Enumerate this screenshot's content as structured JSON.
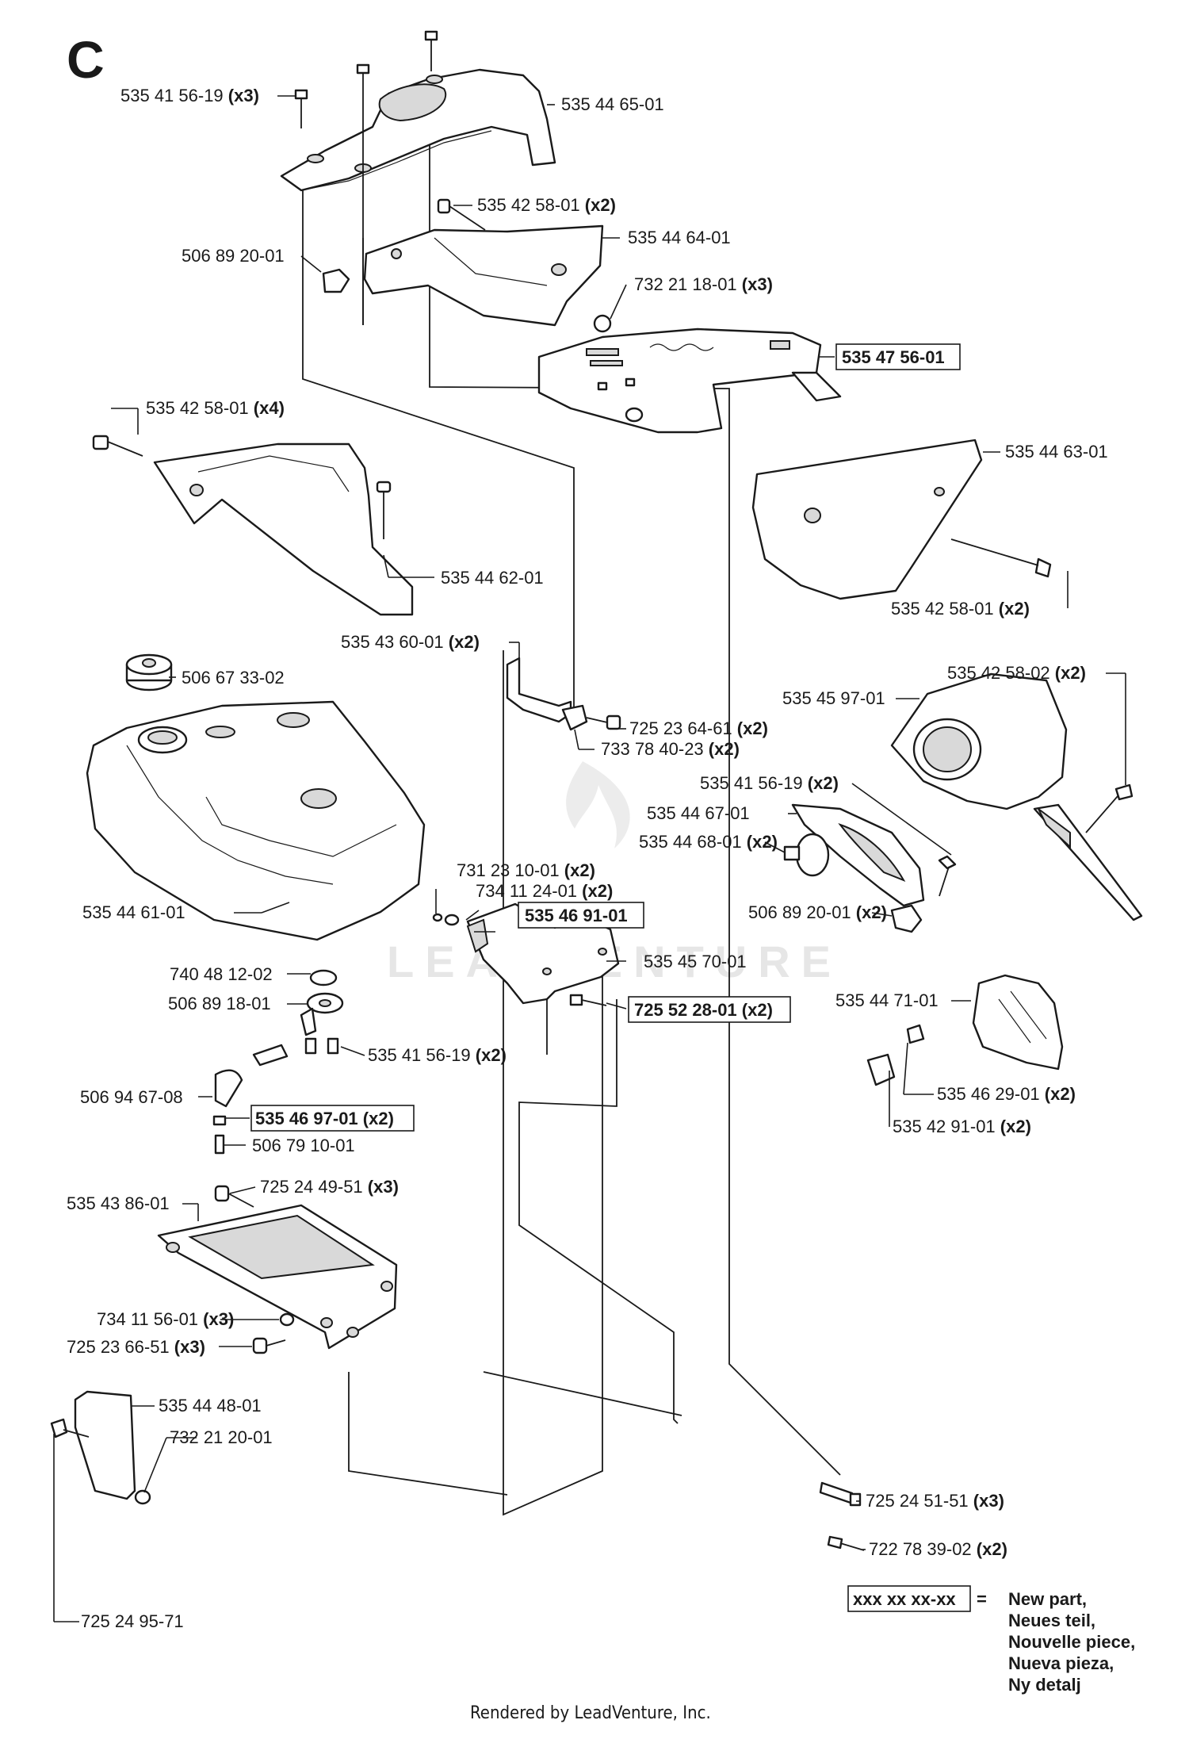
{
  "section_letter": "C",
  "watermark": "LEADVENTURE",
  "footer": "Rendered by LeadVenture, Inc.",
  "legend": {
    "code": "xxx xx xx-xx",
    "equals": "=",
    "lines": [
      "New part,",
      "Neues teil,",
      "Nouvelle piece,",
      "Nueva pieza,",
      "Ny detalj"
    ]
  },
  "labels": [
    {
      "id": "l1",
      "part": "535 41 56-19",
      "qty": "(x3)",
      "new": false
    },
    {
      "id": "l2",
      "part": "535 44 65-01",
      "qty": "",
      "new": false
    },
    {
      "id": "l3",
      "part": "535 42 58-01",
      "qty": "(x2)",
      "new": false
    },
    {
      "id": "l4",
      "part": "535 44 64-01",
      "qty": "",
      "new": false
    },
    {
      "id": "l5",
      "part": "506 89 20-01",
      "qty": "",
      "new": false
    },
    {
      "id": "l6",
      "part": "732 21 18-01",
      "qty": "(x3)",
      "new": false
    },
    {
      "id": "l7",
      "part": "535 47 56-01",
      "qty": "",
      "new": true
    },
    {
      "id": "l8",
      "part": "535 42 58-01",
      "qty": "(x4)",
      "new": false
    },
    {
      "id": "l9",
      "part": "535 44 63-01",
      "qty": "",
      "new": false
    },
    {
      "id": "l10",
      "part": "535 44 62-01",
      "qty": "",
      "new": false
    },
    {
      "id": "l11",
      "part": "535 42 58-01",
      "qty": "(x2)",
      "new": false
    },
    {
      "id": "l12",
      "part": "535 43 60-01",
      "qty": "(x2)",
      "new": false
    },
    {
      "id": "l13",
      "part": "506 67 33-02",
      "qty": "",
      "new": false
    },
    {
      "id": "l14",
      "part": "535 42 58-02",
      "qty": "(x2)",
      "new": false
    },
    {
      "id": "l15",
      "part": "535 45 97-01",
      "qty": "",
      "new": false
    },
    {
      "id": "l16",
      "part": "725 23 64-61",
      "qty": "(x2)",
      "new": false
    },
    {
      "id": "l17",
      "part": "733 78 40-23",
      "qty": "(x2)",
      "new": false
    },
    {
      "id": "l18",
      "part": "535 41 56-19",
      "qty": "(x2)",
      "new": false
    },
    {
      "id": "l19",
      "part": "535 44 67-01",
      "qty": "",
      "new": false
    },
    {
      "id": "l20",
      "part": "535 44 68-01",
      "qty": "(x2)",
      "new": false
    },
    {
      "id": "l21",
      "part": "731 23 10-01",
      "qty": "(x2)",
      "new": false
    },
    {
      "id": "l22",
      "part": "734 11 24-01",
      "qty": "(x2)",
      "new": false
    },
    {
      "id": "l23",
      "part": "535 46 91-01",
      "qty": "",
      "new": true
    },
    {
      "id": "l24",
      "part": "506 89 20-01",
      "qty": "(x2)",
      "new": false
    },
    {
      "id": "l25",
      "part": "535 44 61-01",
      "qty": "",
      "new": false
    },
    {
      "id": "l26",
      "part": "535 45 70-01",
      "qty": "",
      "new": false
    },
    {
      "id": "l27",
      "part": "740 48 12-02",
      "qty": "",
      "new": false
    },
    {
      "id": "l28",
      "part": "506 89 18-01",
      "qty": "",
      "new": false
    },
    {
      "id": "l29",
      "part": "725 52 28-01",
      "qty": "(x2)",
      "new": true
    },
    {
      "id": "l30",
      "part": "535 44 71-01",
      "qty": "",
      "new": false
    },
    {
      "id": "l31",
      "part": "535 41 56-19",
      "qty": "(x2)",
      "new": false
    },
    {
      "id": "l32",
      "part": "506 94 67-08",
      "qty": "",
      "new": false
    },
    {
      "id": "l33",
      "part": "535 46 29-01",
      "qty": "(x2)",
      "new": false
    },
    {
      "id": "l34",
      "part": "535 46 97-01",
      "qty": "(x2)",
      "new": true
    },
    {
      "id": "l35",
      "part": "535 42 91-01",
      "qty": "(x2)",
      "new": false
    },
    {
      "id": "l36",
      "part": "506 79 10-01",
      "qty": "",
      "new": false
    },
    {
      "id": "l37",
      "part": "725 24 49-51",
      "qty": "(x3)",
      "new": false
    },
    {
      "id": "l38",
      "part": "535 43 86-01",
      "qty": "",
      "new": false
    },
    {
      "id": "l39",
      "part": "734 11 56-01",
      "qty": "(x3)",
      "new": false
    },
    {
      "id": "l40",
      "part": "725 23 66-51",
      "qty": "(x3)",
      "new": false
    },
    {
      "id": "l41",
      "part": "535 44 48-01",
      "qty": "",
      "new": false
    },
    {
      "id": "l42",
      "part": "732 21 20-01",
      "qty": "",
      "new": false
    },
    {
      "id": "l43",
      "part": "725 24 51-51",
      "qty": "(x3)",
      "new": false
    },
    {
      "id": "l44",
      "part": "722 78 39-02",
      "qty": "(x2)",
      "new": false
    },
    {
      "id": "l45",
      "part": "725 24 95-71",
      "qty": "",
      "new": false
    }
  ]
}
